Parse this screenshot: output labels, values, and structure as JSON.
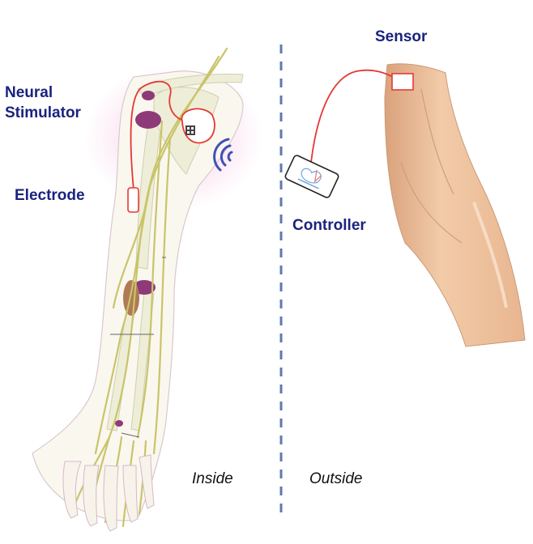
{
  "labels": {
    "neural_stimulator_line1": "Neural",
    "neural_stimulator_line2": "Stimulator",
    "electrode": "Electrode",
    "sensor": "Sensor",
    "controller": "Controller",
    "inside": "Inside",
    "outside": "Outside"
  },
  "colors": {
    "label_text": "#1a237e",
    "wire": "#e53935",
    "nerve": "#c9c46a",
    "bone": "#eeeed8",
    "muscle": "#8e3a78",
    "skin": "#eec3a0",
    "wireless": "#3f51b5",
    "divider": "#5c7ab0"
  },
  "icons": [
    "wireless-signal-icon",
    "neural-stimulator-device",
    "electrode-cuff",
    "sensor-patch",
    "controller-device"
  ]
}
